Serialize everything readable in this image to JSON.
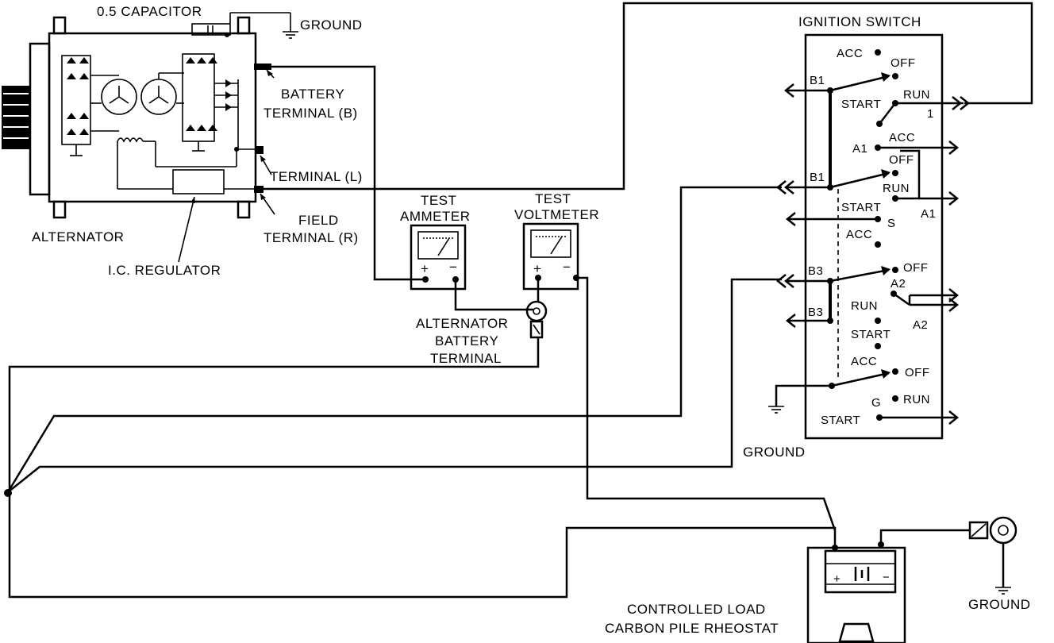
{
  "labels": {
    "capacitor": "0.5 CAPACITOR",
    "ground_top": "GROUND",
    "battery_terminal_1": "BATTERY",
    "battery_terminal_2": "TERMINAL (B)",
    "terminal_l": "TERMINAL (L)",
    "field_terminal_1": "FIELD",
    "field_terminal_2": "TERMINAL (R)",
    "alternator": "ALTERNATOR",
    "ic_regulator": "I.C. REGULATOR",
    "test_ammeter_1": "TEST",
    "test_ammeter_2": "AMMETER",
    "test_voltmeter_1": "TEST",
    "test_voltmeter_2": "VOLTMETER",
    "alt_batt_term_1": "ALTERNATOR",
    "alt_batt_term_2": "BATTERY",
    "alt_batt_term_3": "TERMINAL",
    "ignition_switch": "IGNITION SWITCH",
    "ground_switch": "GROUND",
    "ground_bottom": "GROUND",
    "rheostat_1": "CONTROLLED LOAD",
    "rheostat_2": "CARBON PILE RHEOSTAT",
    "plus": "+",
    "minus": "−"
  },
  "switch": {
    "acc1": "ACC",
    "off1": "OFF",
    "b1a": "B1",
    "start1": "START",
    "run1": "RUN",
    "one": "1",
    "acc2": "ACC",
    "a1a": "A1",
    "off2": "OFF",
    "b1b": "B1",
    "run2": "RUN",
    "start2": "START",
    "a1b": "A1",
    "s": "S",
    "acc3": "ACC",
    "b3a": "B3",
    "off3": "OFF",
    "a2a": "A2",
    "run3": "RUN",
    "b3b": "B3",
    "a2b": "A2",
    "start3": "START",
    "acc4": "ACC",
    "off4": "OFF",
    "g": "G",
    "run4": "RUN",
    "start4": "START"
  }
}
